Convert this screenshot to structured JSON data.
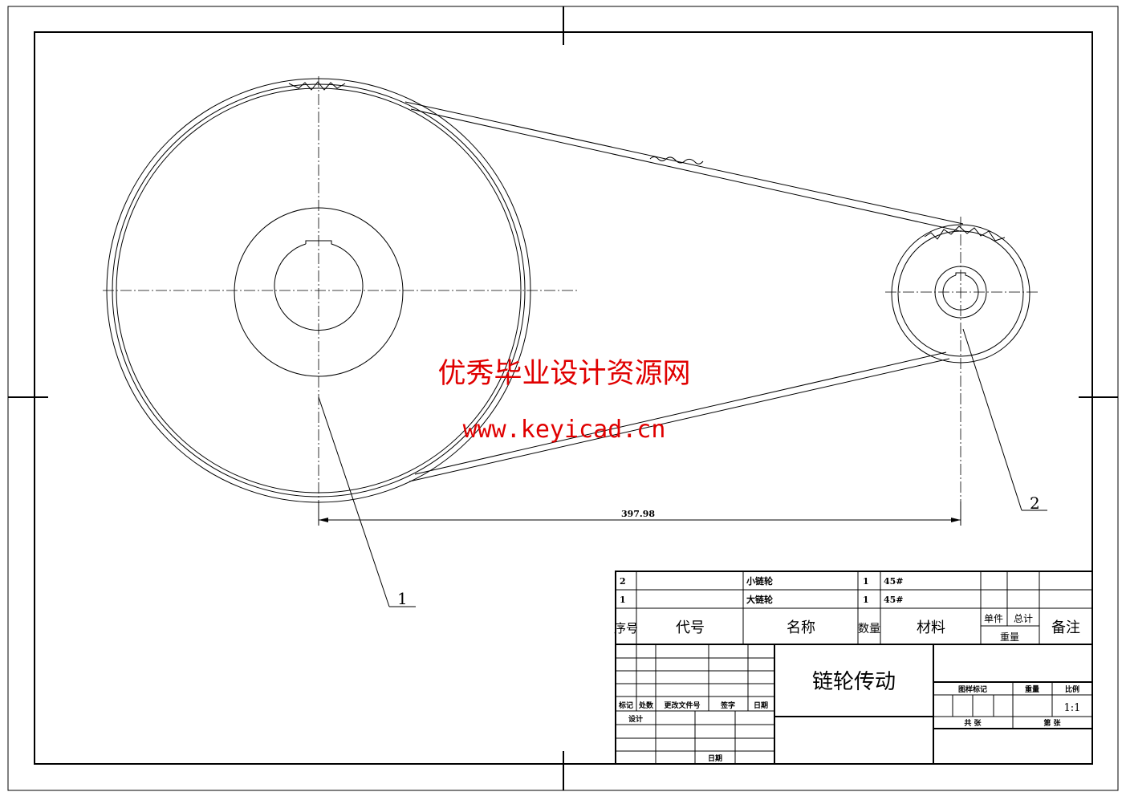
{
  "drawing": {
    "title": "链轮传动",
    "dimension": "397.98",
    "callouts": [
      "1",
      "2"
    ],
    "watermark": {
      "line1": "优秀毕业设计资源网",
      "line2": "www.keyicad.cn",
      "color": "#e00000"
    }
  },
  "parts_list": {
    "rows": [
      {
        "no": "2",
        "code": "",
        "name": "小链轮",
        "qty": "1",
        "material": "45#"
      },
      {
        "no": "1",
        "code": "",
        "name": "大链轮",
        "qty": "1",
        "material": "45#"
      }
    ],
    "headers": {
      "no": "序号",
      "code": "代号",
      "name": "名称",
      "qty": "数量",
      "material": "材料",
      "unit": "单件",
      "total": "总计",
      "weight": "重量",
      "remark": "备注"
    }
  },
  "title_block": {
    "revision_headers": [
      "标记",
      "处数",
      "更改文件号",
      "签字",
      "日期"
    ],
    "design": "设计",
    "date": "日期",
    "sample_mark": "图样标记",
    "weight": "重量",
    "scale_label": "比例",
    "scale": "1:1",
    "total_sheets": "共  张",
    "sheet_no": "第  张"
  }
}
